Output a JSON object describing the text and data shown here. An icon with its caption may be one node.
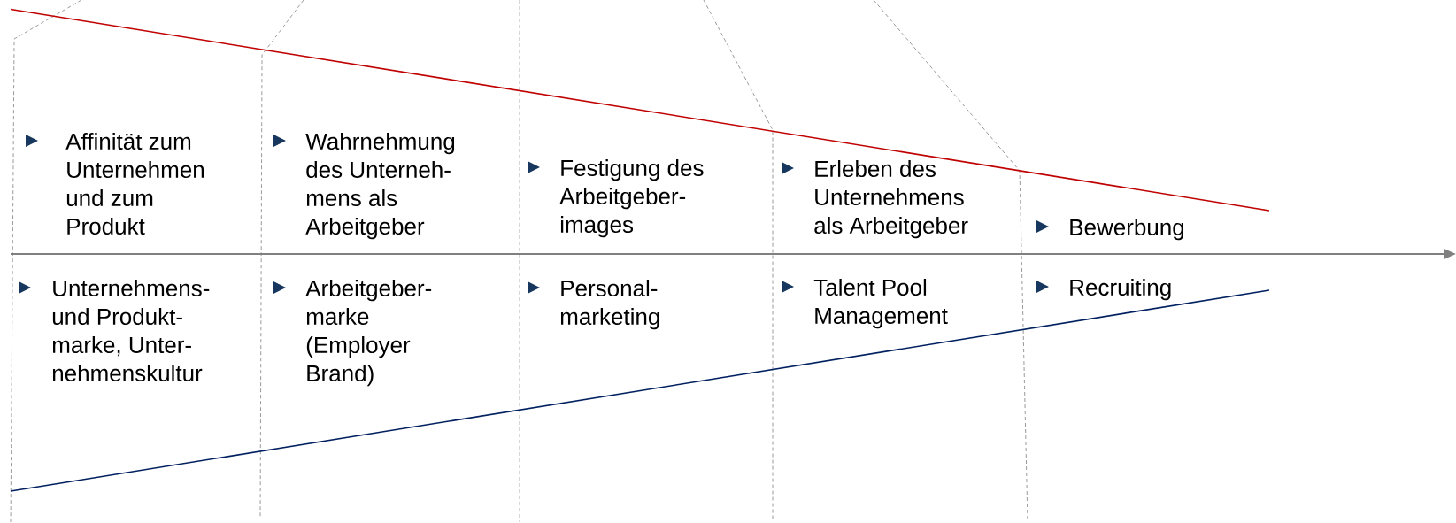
{
  "diagram": {
    "labels": [
      "Affinität zum Unternehmen und zum Produkt",
      "Wahrnehmung des Unterneh- mens als Arbeitgeber",
      "Festigung des Arbeitgeber- images",
      "Erleben des Unternehmens als Arbeitgeber",
      "Bewerbung",
      "Unternehmens- und Produkt- marke, Unter- nehmenskultur",
      "Arbeitgeber- marke (Employer Brand)",
      "Personal- marketing",
      "Talent Pool Management",
      "Recruiting"
    ]
  }
}
